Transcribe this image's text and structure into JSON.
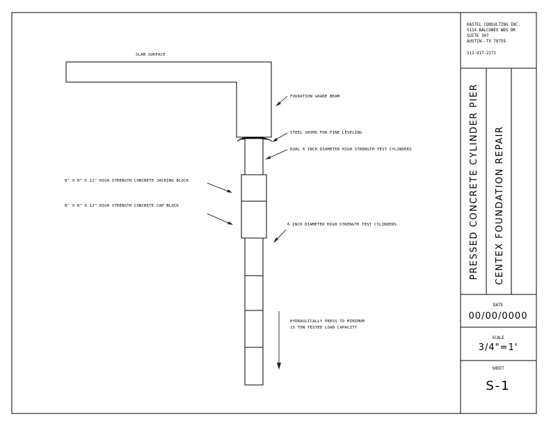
{
  "title_block": {
    "company_lines": [
      "KASTEL CONSULTING INC.",
      "5114 BALCONES WDS DR",
      "SUITE 307",
      "AUSTIN--TX    78759"
    ],
    "phone": "512-917-2272",
    "drawing_title": "PRESSED CONCRETE CYLINDER PIER",
    "project": "CENTEX FOUNDATION REPAIR",
    "date_label": "DATE",
    "date_value": "00/00/0000",
    "scale_label": "SCALE",
    "scale_value": "3/4\"=1'",
    "sheet_label": "SHEET",
    "sheet_value": "S-1"
  },
  "labels": {
    "slab_surface": "SLAB SURFACE",
    "grade_beam": "FOUDATION GRADE BEAM",
    "steel_shims": "STEEL SHIMS FOR FINE LEVELING",
    "dual_cylinders": "DUAL 6 INCH DIAMETER HIGH STRENGTH TEST CYLINDERS",
    "jacking_block": "8\" X 8\" X 12\" HIGH STRENGTH CONCRETE JACKING BLOCK",
    "cap_block": "8\" X 8\" X 12\" HIGH STRENGTH CONCRETE CAP BLOCK",
    "cylinders": "6 INCH DIAMETER HIGH STRENGTH TEST CYLINDERS",
    "press_line1": "HYDRAULICALLY PRESS TO MINIMUM",
    "press_line2": "15 TON TESTED LOAD CAPACITY"
  }
}
